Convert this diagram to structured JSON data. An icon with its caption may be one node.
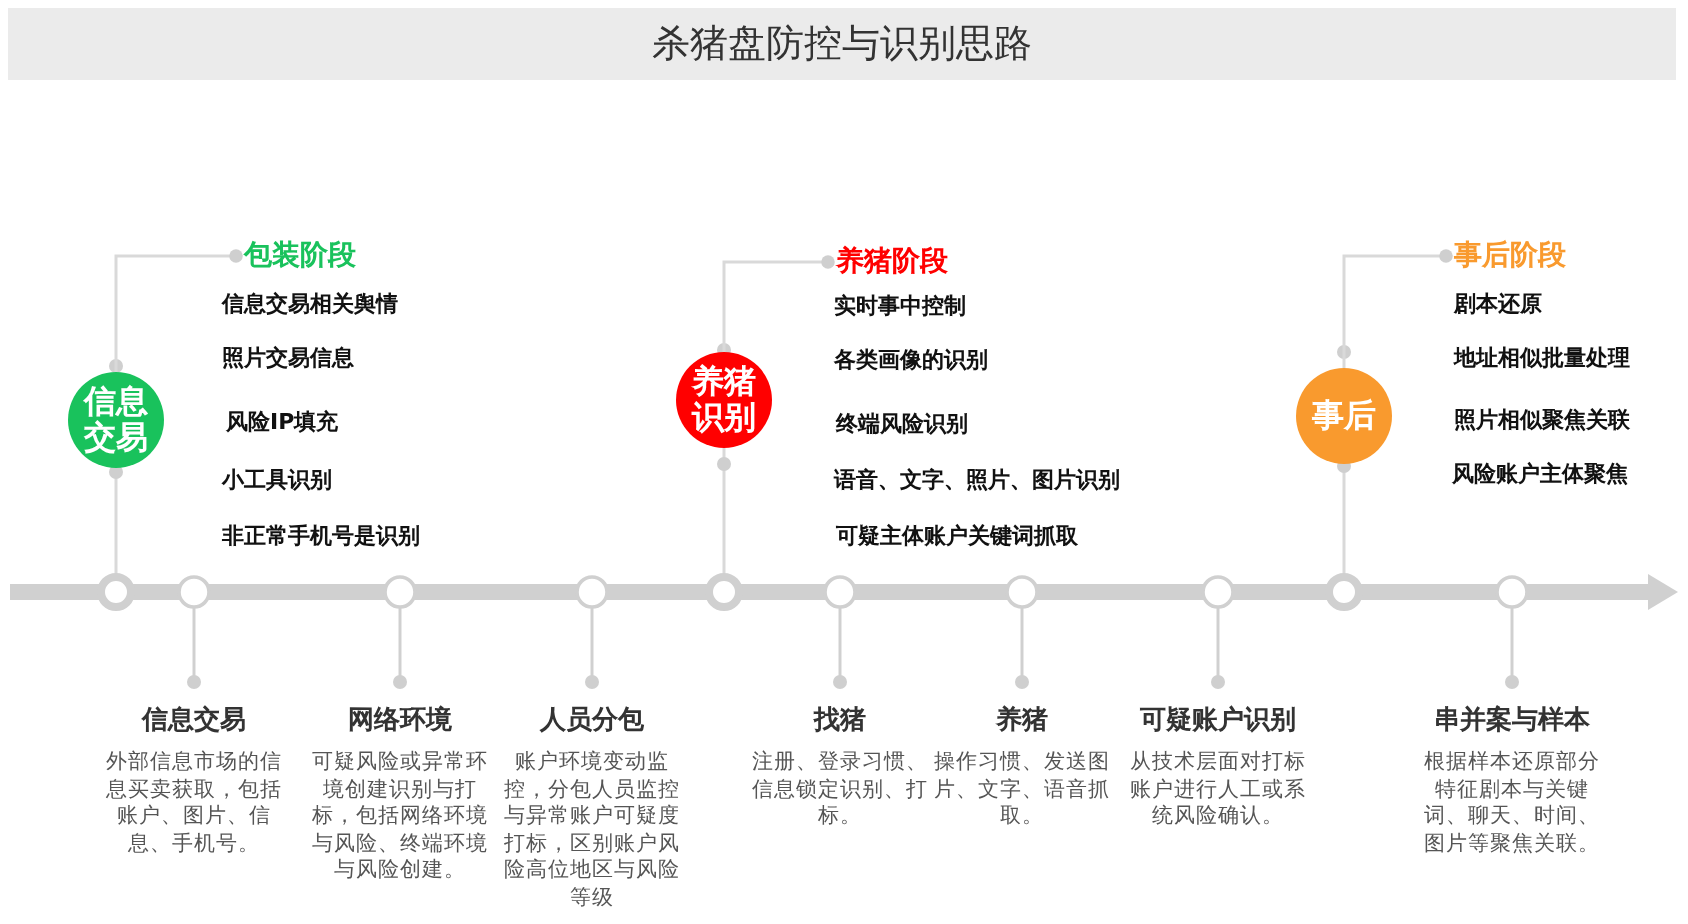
{
  "diagram": {
    "title": "杀猪盘防控与识别思路",
    "nodes": [
      {
        "text": [
          "信息交易"
        ]
      },
      {
        "text": [
          "包装阶段"
        ]
      },
      {
        "text": [
          "养猪识别"
        ]
      },
      {
        "text": [
          "养猪阶段"
        ]
      },
      {
        "text": [
          "事后"
        ]
      },
      {
        "text": [
          "事后阶段"
        ]
      },
      {
        "text": [
          "信息交易",
          "外部信息市场的信息买卖获取，包括账户、图片、信息、手机号。"
        ]
      },
      {
        "text": [
          "网络环境",
          "可疑风险或异常环境创建识别与打标，包括网络环境与风险、终端环境与风险创建。"
        ]
      },
      {
        "text": [
          "人员分包",
          "账户环境变动监控，分包人员监控与异常账户可疑度打标，区别账户风险高位地区与风险等级"
        ]
      },
      {
        "text": [
          "找猪",
          "注册、登录习惯、信息锁定识别、打标。"
        ]
      },
      {
        "text": [
          "养猪",
          "操作习惯、发送图片、文字、语音抓取。"
        ]
      },
      {
        "text": [
          "可疑账户识别",
          "从技术层面对打标账户进行人工或系统风险确认。"
        ]
      },
      {
        "text": [
          "串并案与样本",
          "根据样本还原部分特征剧本与关键词、聊天、时间、图片等聚焦关联。"
        ]
      }
    ],
    "edges": [
      {
        "from": 0,
        "to": 1,
        "arrow": "other"
      },
      {
        "from": 2,
        "to": 3,
        "arrow": "other"
      },
      {
        "from": 4,
        "to": 5,
        "arrow": "other"
      }
    ],
    "labels": [
      "信息交易相关舆情",
      "照片交易信息",
      "风险IP填充",
      "小工具识别",
      "非正常手机号是识别",
      "实时事中控制",
      "各类画像的识别",
      "终端风险识别",
      "语音、文字、照片、图片识别",
      "可疑主体账户关键词抓取",
      "剧本还原",
      "地址相似批量处理",
      "照片相似聚焦关联",
      "风险账户主体聚焦"
    ]
  }
}
